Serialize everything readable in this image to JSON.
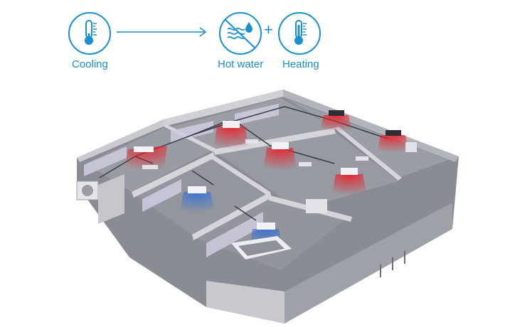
{
  "legend": {
    "cooling_label": "Cooling",
    "hotwater_label": "Hot water",
    "heating_label": "Heating",
    "plus_sign": "+",
    "icons": [
      "thermometer-cold-icon",
      "no-hot-water-coil-icon",
      "thermometer-hot-icon"
    ]
  },
  "colors": {
    "accent": "#1a8fd1",
    "heat": "#e8202a",
    "cool": "#2f6fd6",
    "wall": "#b9bbc2",
    "floor": "#7d7f86"
  }
}
